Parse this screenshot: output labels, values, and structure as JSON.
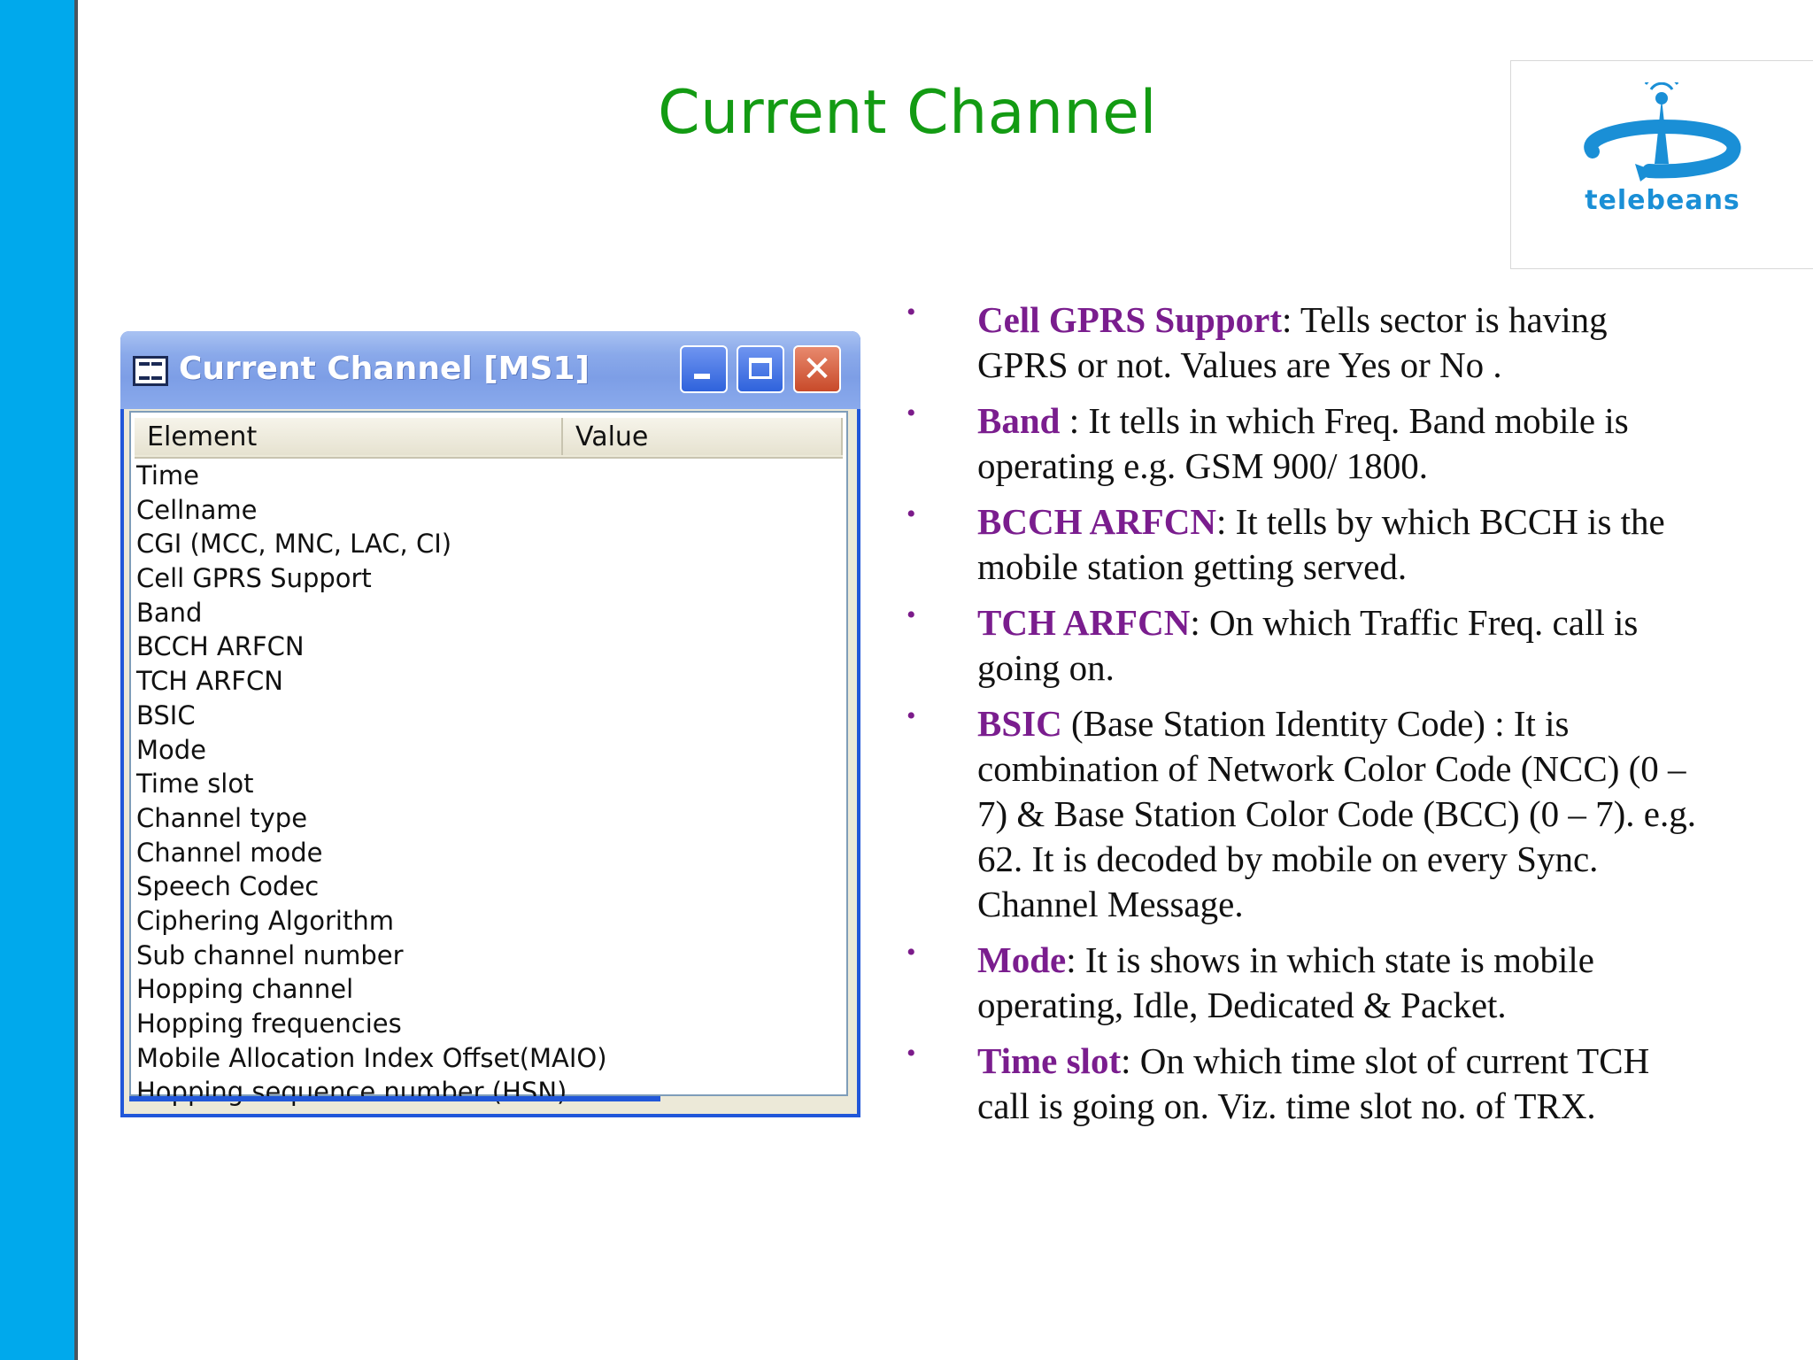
{
  "slide": {
    "title": "Current Channel"
  },
  "logo": {
    "text": "telebeans",
    "icon": "antenna-orbit-logo"
  },
  "window": {
    "title": "Current Channel [MS1]",
    "columns": {
      "element": "Element",
      "value": "Value"
    },
    "rows": [
      "Time",
      "Cellname",
      "CGI (MCC, MNC, LAC, CI)",
      "Cell GPRS Support",
      "Band",
      "BCCH ARFCN",
      "TCH ARFCN",
      "BSIC",
      "Mode",
      "Time slot",
      "Channel type",
      "Channel mode",
      "Speech Codec",
      "Ciphering Algorithm",
      "Sub channel number",
      "Hopping channel",
      "Hopping frequencies",
      "Mobile Allocation Index Offset(MAIO)",
      "Hopping sequence number (HSN)"
    ]
  },
  "bullets": [
    {
      "key": "Cell GPRS Support",
      "text": ":  Tells sector is having GPRS or not. Values are  Yes or No ."
    },
    {
      "key": "Band",
      "text": " : It tells in which Freq. Band mobile is operating e.g. GSM 900/ 1800."
    },
    {
      "key": "BCCH ARFCN",
      "text": ": It tells by which BCCH is the mobile station getting served."
    },
    {
      "key": "TCH ARFCN",
      "text": ": On which Traffic Freq. call is going on."
    },
    {
      "key": "BSIC",
      "text": " (Base Station Identity Code) : It is combination of  Network Color Code (NCC) (0 – 7) & Base Station Color Code (BCC) (0 – 7). e.g. 62. It is decoded by mobile on every Sync. Channel Message."
    },
    {
      "key": "Mode",
      "text": ": It is shows in which state is mobile operating, Idle, Dedicated & Packet."
    },
    {
      "key": "Time slot",
      "text": ": On which time slot of current TCH call is going on. Viz. time slot no. of TRX."
    }
  ],
  "colors": {
    "left_bar": "#00a9ec",
    "title": "#139b13",
    "bullet_key": "#7a1d8e",
    "logo": "#1a8fd6"
  }
}
